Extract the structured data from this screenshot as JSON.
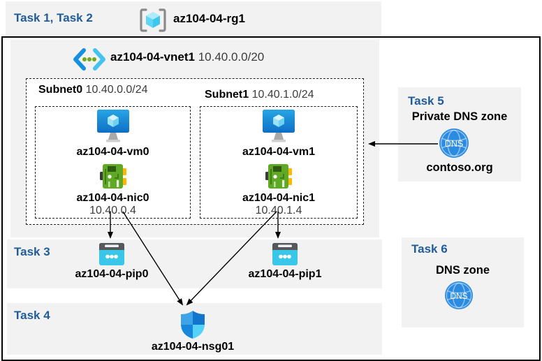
{
  "colors": {
    "accent_blue": "#1F5C99",
    "panel_gray": "#F2F2F2",
    "border_black": "#000000",
    "vm_blue": "#1684D8",
    "nic_green": "#60A927",
    "nic_yellow": "#FFB900",
    "pip_cyan": "#38C7E8",
    "dns_blue": "#2B8BE0",
    "shield_blue": "#1175CC"
  },
  "header": {
    "task_label": "Task 1, Task 2",
    "resource_group_icon": "resource-group-icon",
    "resource_group": "az104-04-rg1"
  },
  "vnet": {
    "icon": "virtual-network-icon",
    "name": "az104-04-vnet1",
    "cidr": "10.40.0.0/20",
    "subnets": [
      {
        "name": "Subnet0",
        "cidr": "10.40.0.0/24",
        "vm_icon": "virtual-machine-icon",
        "vm": "az104-04-vm0",
        "nic_icon": "network-interface-icon",
        "nic": "az104-04-nic0",
        "ip": "10.40.0.4"
      },
      {
        "name": "Subnet1",
        "cidr": "10.40.1.0/24",
        "vm_icon": "virtual-machine-icon",
        "vm": "az104-04-vm1",
        "nic_icon": "network-interface-icon",
        "nic": "az104-04-nic1",
        "ip": "10.40.1.4"
      }
    ]
  },
  "task3": {
    "label": "Task 3",
    "pip_icon": "public-ip-icon",
    "pips": [
      "az104-04-pip0",
      "az104-04-pip1"
    ]
  },
  "task4": {
    "label": "Task 4",
    "nsg_icon": "network-security-group-shield-icon",
    "nsg": "az104-04-nsg01"
  },
  "task5": {
    "label": "Task 5",
    "title": "Private DNS zone",
    "dns_icon": "dns-globe-icon",
    "dns_icon_text": "DNS",
    "zone": "contoso.org"
  },
  "task6": {
    "label": "Task 6",
    "title": "DNS zone",
    "dns_icon": "dns-globe-icon",
    "dns_icon_text": "DNS"
  },
  "arrows": [
    "nic0-to-pip0",
    "nic0-to-nsg",
    "nic1-to-nsg",
    "nic1-to-pip1",
    "private-dns-to-vnet"
  ]
}
